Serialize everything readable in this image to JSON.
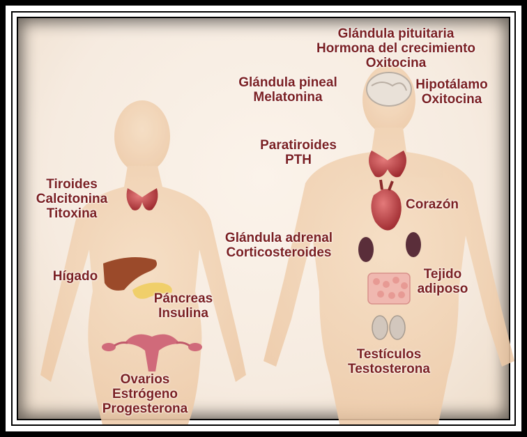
{
  "labels": {
    "pituitary": {
      "name": "Glándula pituitaria",
      "hormone1": "Hormona del crecimiento",
      "hormone2": "Oxitocina"
    },
    "pineal": {
      "name": "Glándula pineal",
      "hormone": "Melatonina"
    },
    "hypothalamus": {
      "name": "Hipotálamo",
      "hormone": "Oxitocina"
    },
    "parathyroid": {
      "name": "Paratiroides",
      "hormone": "PTH"
    },
    "heart": {
      "name": "Corazón"
    },
    "adrenal": {
      "name": "Glándula adrenal",
      "hormone": "Corticosteroides"
    },
    "adipose": {
      "line1": "Tejido",
      "line2": "adiposo"
    },
    "testes": {
      "name": "Testículos",
      "hormone": "Testosterona"
    },
    "thyroid": {
      "name": "Tiroides",
      "hormone1": "Calcitonina",
      "hormone2": "Titoxina"
    },
    "liver": {
      "name": "Hígado"
    },
    "pancreas": {
      "name": "Páncreas",
      "hormone": "Insulina"
    },
    "ovaries": {
      "name": "Ovarios",
      "hormone1": "Estrógeno",
      "hormone2": "Progesterona"
    }
  },
  "colors": {
    "label_text": "#7a1f22",
    "skin": "#f2d6b8",
    "frame": "#000000"
  }
}
